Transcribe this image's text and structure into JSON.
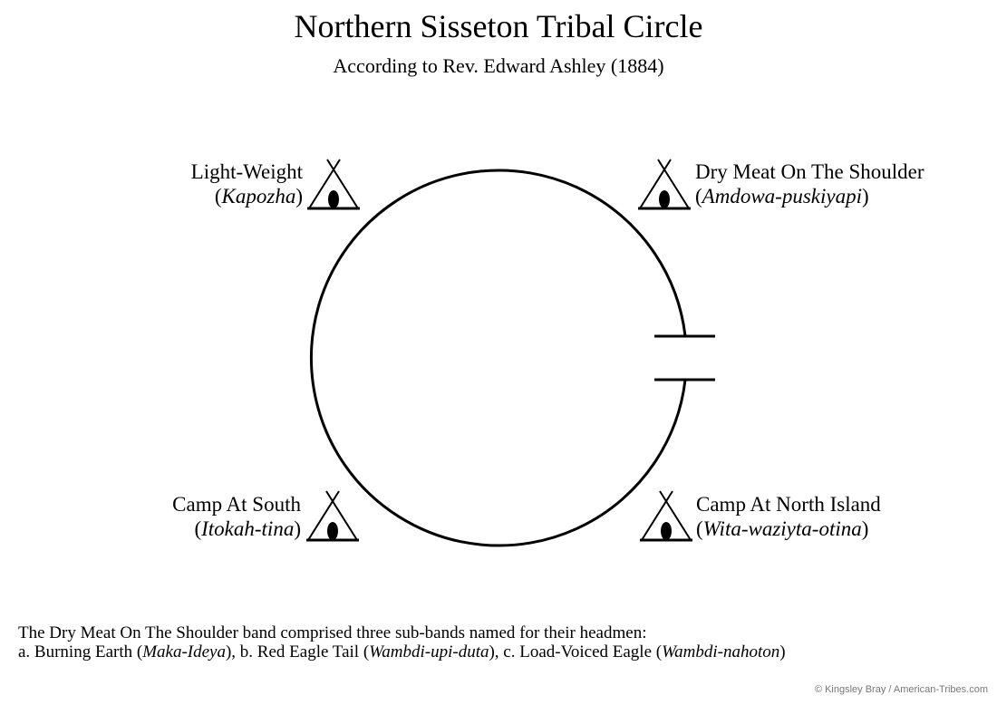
{
  "title": "Northern Sisseton Tribal Circle",
  "subtitle": "According to Rev. Edward Ashley (1884)",
  "bands": [
    {
      "name": "Light-Weight",
      "native": "Kapozha",
      "icon": "tipi-icon"
    },
    {
      "name": "Dry Meat On The Shoulder",
      "native": "Amdowa-puskiyapi",
      "icon": "tipi-icon"
    },
    {
      "name": "Camp At South",
      "native": "Itokah-tina",
      "icon": "tipi-icon"
    },
    {
      "name": "Camp At North Island",
      "native": "Wita-waziyta-otina",
      "icon": "tipi-icon"
    }
  ],
  "note": {
    "line1": "The Dry Meat On The Shoulder band comprised three sub-bands named for their headmen:",
    "subbands": [
      {
        "prefix": "a. Burning Earth (",
        "native": "Maka-Ideya",
        "suffix": "), "
      },
      {
        "prefix": "b. Red Eagle Tail (",
        "native": "Wambdi-upi-duta",
        "suffix": "), "
      },
      {
        "prefix": "c. Load-Voiced Eagle (",
        "native": "Wambdi-nahoton",
        "suffix": ")"
      }
    ]
  },
  "credit": "© Kingsley Bray / American-Tribes.com"
}
